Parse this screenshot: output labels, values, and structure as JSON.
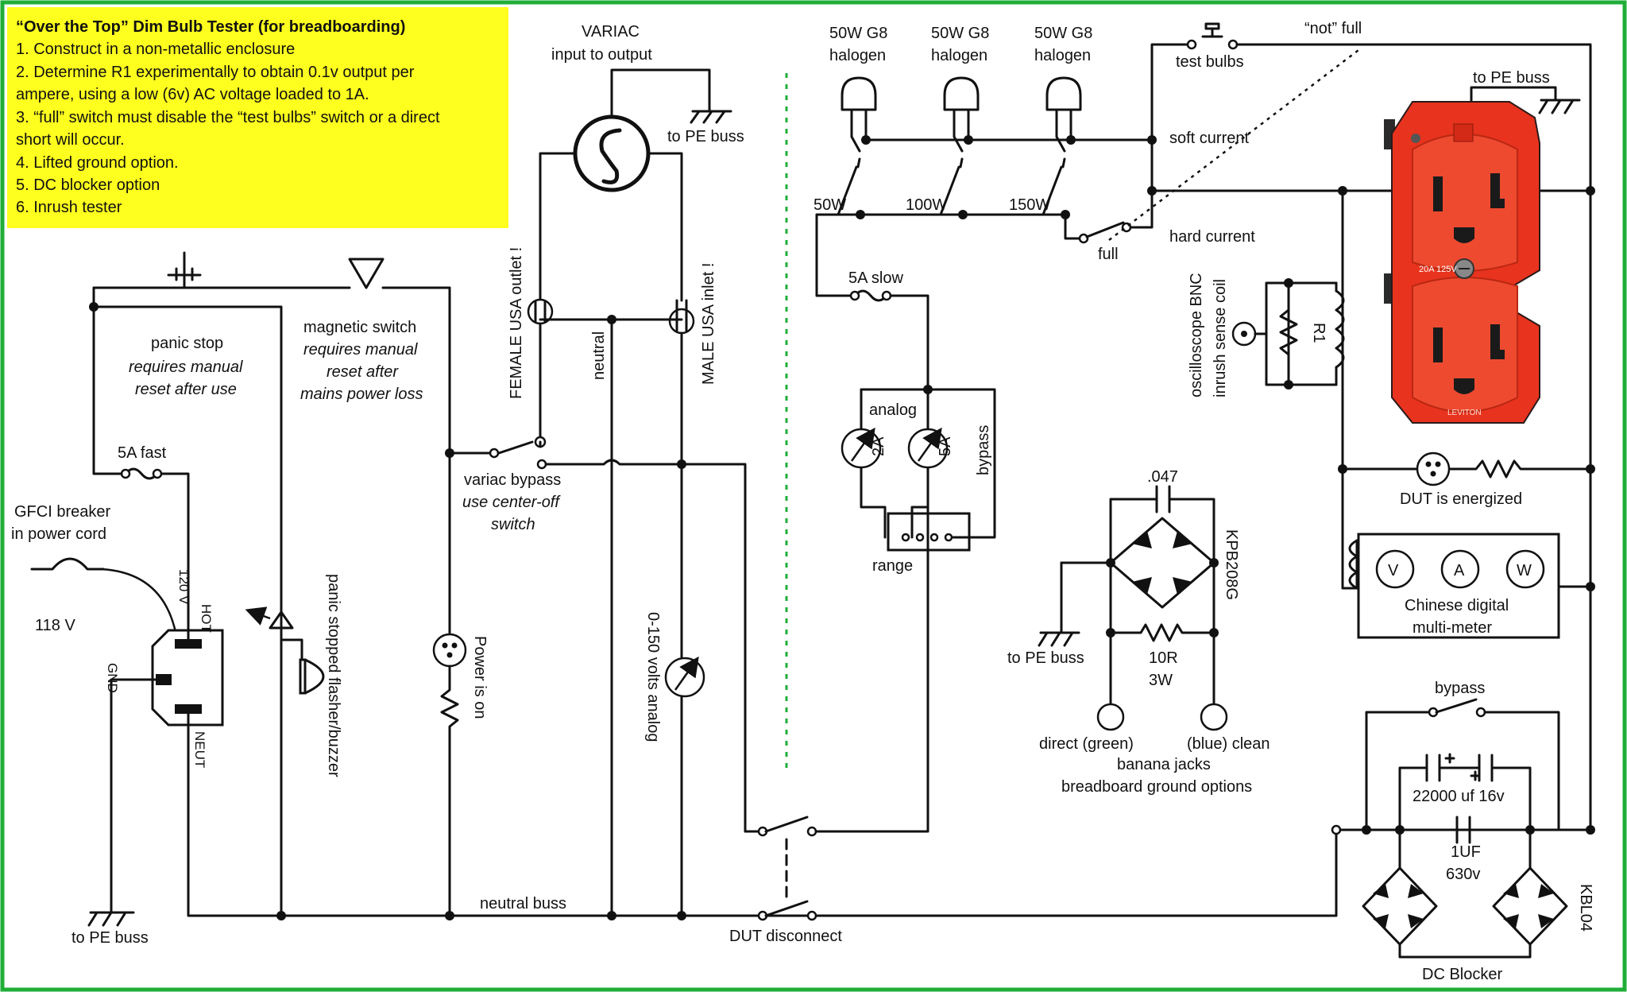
{
  "colors": {
    "border": "#1fae38",
    "note_bg": "#ffff1f",
    "wire": "#111111",
    "outlet": "#e8331e",
    "divider": "#1fae38"
  },
  "notes": {
    "title": "“Over the Top” Dim Bulb Tester (for breadboarding)",
    "lines": [
      "1. Construct in a non-metallic enclosure",
      "2. Determine R1 experimentally to obtain 0.1v output per",
      "ampere, using a low (6v) AC voltage loaded to 1A.",
      "3. “full” switch must disable the “test bulbs” switch or a direct",
      "short will occur.",
      "4. Lifted ground option.",
      "5. DC blocker option",
      "6. Inrush tester"
    ]
  },
  "labels": {
    "gfci": [
      "GFCI breaker",
      "in power cord"
    ],
    "v118": "118 V",
    "hot": "HOT",
    "v120": "120 V",
    "gnd": "GND",
    "neut": "NEUT",
    "to_pe_buss": "to PE buss",
    "fuse_5a_fast": "5A fast",
    "panic_stop": "panic stop",
    "panic_reset": [
      "requires manual",
      "reset after use"
    ],
    "panic_flasher": "panic stopped flasher/buzzer",
    "magnetic_switch": "magnetic switch",
    "magnetic_reset": [
      "requires manual",
      "reset after",
      "mains power loss"
    ],
    "power_is_on": "Power is on",
    "neutral_buss": "neutral buss",
    "variac": [
      "VARIAC",
      "input to output"
    ],
    "female_outlet": "FEMALE USA outlet !",
    "male_inlet": "MALE USA inlet !",
    "neutral": "neutral",
    "variac_bypass": "variac bypass",
    "variac_bypass_note": [
      "use center-off",
      "switch"
    ],
    "volts_analog": "0-150 volts analog",
    "dut_disconnect": "DUT disconnect",
    "bulbs": [
      [
        "50W G8",
        "halogen"
      ],
      [
        "50W G8",
        "halogen"
      ],
      [
        "50W G8",
        "halogen"
      ]
    ],
    "w50": "50W",
    "w100": "100W",
    "w150": "150W",
    "full": "full",
    "hard_current": "hard current",
    "soft_current": "soft current",
    "test_bulbs": "test bulbs",
    "not_full": "“not” full",
    "to_pe_buss_outlet": "to PE buss",
    "fuse_5a_slow": "5A slow",
    "analog": "analog",
    "a2": "2A",
    "a5": "5A",
    "bypass_meter": "bypass",
    "range": "range",
    "scope": [
      "oscilloscope BNC",
      "inrush sense coil"
    ],
    "r1": "R1",
    "dut_energized": "DUT is energized",
    "meter_v": "V",
    "meter_a": "A",
    "meter_w": "W",
    "multimeter": [
      "Chinese digital",
      "multi-meter"
    ],
    "cap_047": ".047",
    "kpb": "KPB208G",
    "pe_buss_bridge": "to PE buss",
    "r10": [
      "10R",
      "3W"
    ],
    "direct_green": "direct (green)",
    "blue_clean": "(blue) clean",
    "banana": [
      "banana jacks",
      "breadboard ground options"
    ],
    "bypass_dc": "bypass",
    "cap_22000": "22000 uf 16v",
    "cap_1uf": [
      "1UF",
      "630v"
    ],
    "kbl": "KBL04",
    "dc_blocker": "DC Blocker",
    "outlet_rating": "20A 125V",
    "outlet_brand": "LEVITON"
  }
}
